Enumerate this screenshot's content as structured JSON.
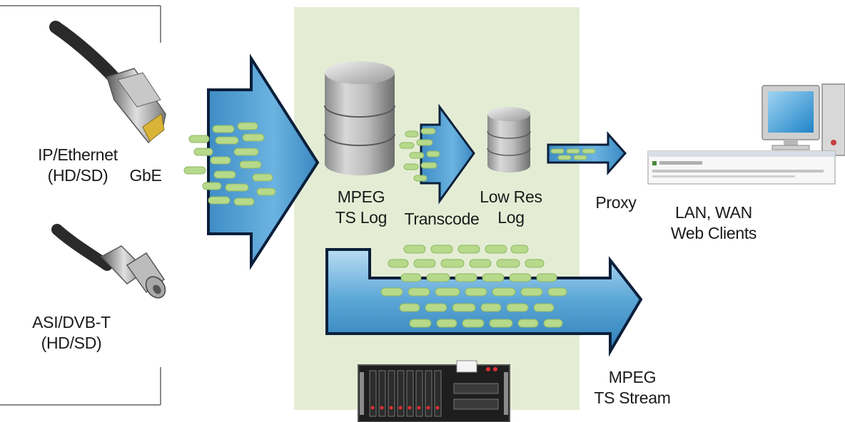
{
  "inputs": [
    {
      "line1": "IP/Ethernet",
      "line2": "(HD/SD)",
      "icon": "ethernet-cable-icon"
    },
    {
      "line1": "ASI/DVB-T",
      "line2": "(HD/SD)",
      "icon": "bnc-coax-cable-icon"
    }
  ],
  "gbe_label": "GbE",
  "log": {
    "line1": "MPEG",
    "line2": "TS Log",
    "icon": "database-icon"
  },
  "transcode_label": "Transcode",
  "lowres": {
    "line1": "Low Res",
    "line2": "Log",
    "icon": "database-icon"
  },
  "proxy_label": "Proxy",
  "clients": {
    "line1": "LAN, WAN",
    "line2": "Web Clients",
    "icon": "desktop-computer-icon"
  },
  "stream": {
    "line1": "MPEG",
    "line2": "TS Stream"
  },
  "server_icon": "rack-server-icon",
  "colors": {
    "processing_bg": "#e4edd4",
    "arrow_blue": "#5aa6d6",
    "arrow_outline": "#0b1f3a",
    "packet_green": "#b6d98a",
    "frame_gray": "#888888"
  }
}
